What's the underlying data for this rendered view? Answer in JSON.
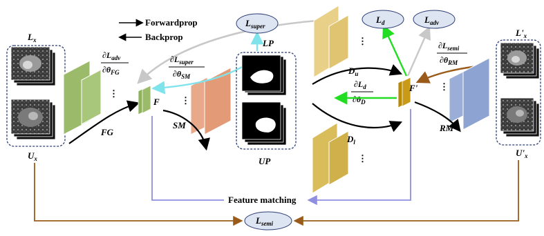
{
  "legend": {
    "forward": "Forwardprop",
    "backward": "Backprop"
  },
  "inputs": {
    "left_top": "L",
    "left_top_sub": "x",
    "left_bottom": "U",
    "left_bottom_sub": "x",
    "right_top": "L'",
    "right_top_sub": "x",
    "right_bottom": "U'",
    "right_bottom_sub": "x"
  },
  "modules": {
    "fg": "FG",
    "sm": "SM",
    "up": "UP",
    "lp": "LP",
    "du": "D",
    "du_sub": "u",
    "dl": "D",
    "dl_sub": "l",
    "rm": "RM",
    "f": "F",
    "f_prime": "F'"
  },
  "losses": {
    "super": "L",
    "super_sub": "super",
    "d": "L",
    "d_sub": "d",
    "adv": "L",
    "adv_sub": "adv",
    "semi": "L",
    "semi_sub": "semi"
  },
  "gradients": {
    "adv_fg_num": "∂L",
    "adv_fg_num_sub": "adv",
    "adv_fg_den": "∂θ",
    "adv_fg_den_sub": "FG",
    "super_sm_num": "∂L",
    "super_sm_num_sub": "super",
    "super_sm_den": "∂θ",
    "super_sm_den_sub": "SM",
    "d_num": "∂L",
    "d_num_sub": "d",
    "d_den": "∂θ",
    "d_den_sub": "D",
    "semi_rm_num": "∂L",
    "semi_rm_num_sub": "semi",
    "semi_rm_den": "∂θ",
    "semi_rm_den_sub": "RM"
  },
  "connections": {
    "feature_matching": "Feature matching"
  },
  "colors": {
    "green_block": "#9bbb6b",
    "salmon_block": "#e39a76",
    "gold_block": "#d9bd5a",
    "dark_gold": "#b88a0a",
    "blue_block": "#8da3d2",
    "loss_fill": "#dde4f2",
    "cyan_arrow": "#7fe3ec",
    "green_arrow": "#22dd22",
    "gray_arrow": "#c8c8c8",
    "brown_arrow": "#9a5b1a",
    "purple_line": "#8f8fe0"
  }
}
